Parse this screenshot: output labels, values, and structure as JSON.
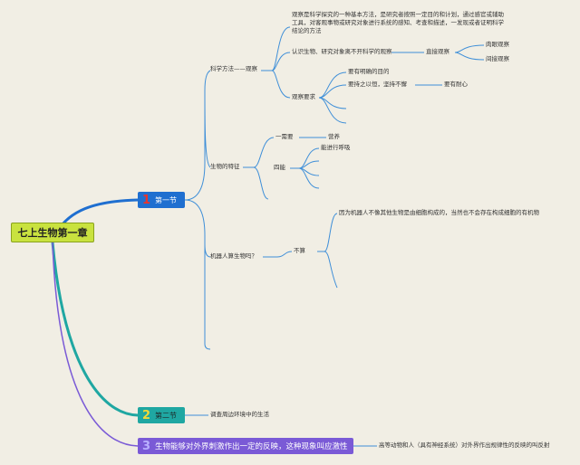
{
  "root": {
    "title": "七上生物第一章"
  },
  "section1": {
    "num": "1",
    "label": "第一节",
    "branches": {
      "science_method": {
        "label": "科学方法——观察",
        "definition": "观察是科学探究的一种基本方法，是研究者按照一定目的和计划，通过感官或辅助工具，对客观事物或研究对象进行系统的感知、考查和描述，一发现或者证明科学结论的方法",
        "recognize": "认识生物、研究对象离不开科学的观察",
        "direct": "直接观察",
        "naked_eye": "肉眼观察",
        "indirect": "间接观察",
        "requirements": "观察要求",
        "req1": "要有明确的目的",
        "req2": "要持之以恒，坚持不懈",
        "patience": "要有耐心"
      },
      "features": {
        "label": "生物的特征",
        "need": "一需要",
        "nutrition": "营养",
        "can": "四能",
        "breathe": "能进行呼吸"
      },
      "robot": {
        "label": "机器人算生物吗？",
        "no": "不算",
        "reason": "因为机器人不像其他生物是由细胞构成的，当然也不会存在构成细胞的有机物"
      }
    }
  },
  "section2": {
    "num": "2",
    "label": "第二节",
    "child": "调查周边环境中的生活"
  },
  "section3": {
    "num": "3",
    "label": "生物能够对外界刺激作出一定的反映，这种现象叫应激性",
    "child": "高等动物和人（具有神经系统）对外界作出规律性的反映的叫反射"
  },
  "colors": {
    "background": "#f1eee4",
    "root_fill": "#c9e23f",
    "section1_fill": "#1f6fd0",
    "section2_fill": "#1fa7a2",
    "section3_fill": "#7a5ad6",
    "connector": "#3f8fd8"
  }
}
